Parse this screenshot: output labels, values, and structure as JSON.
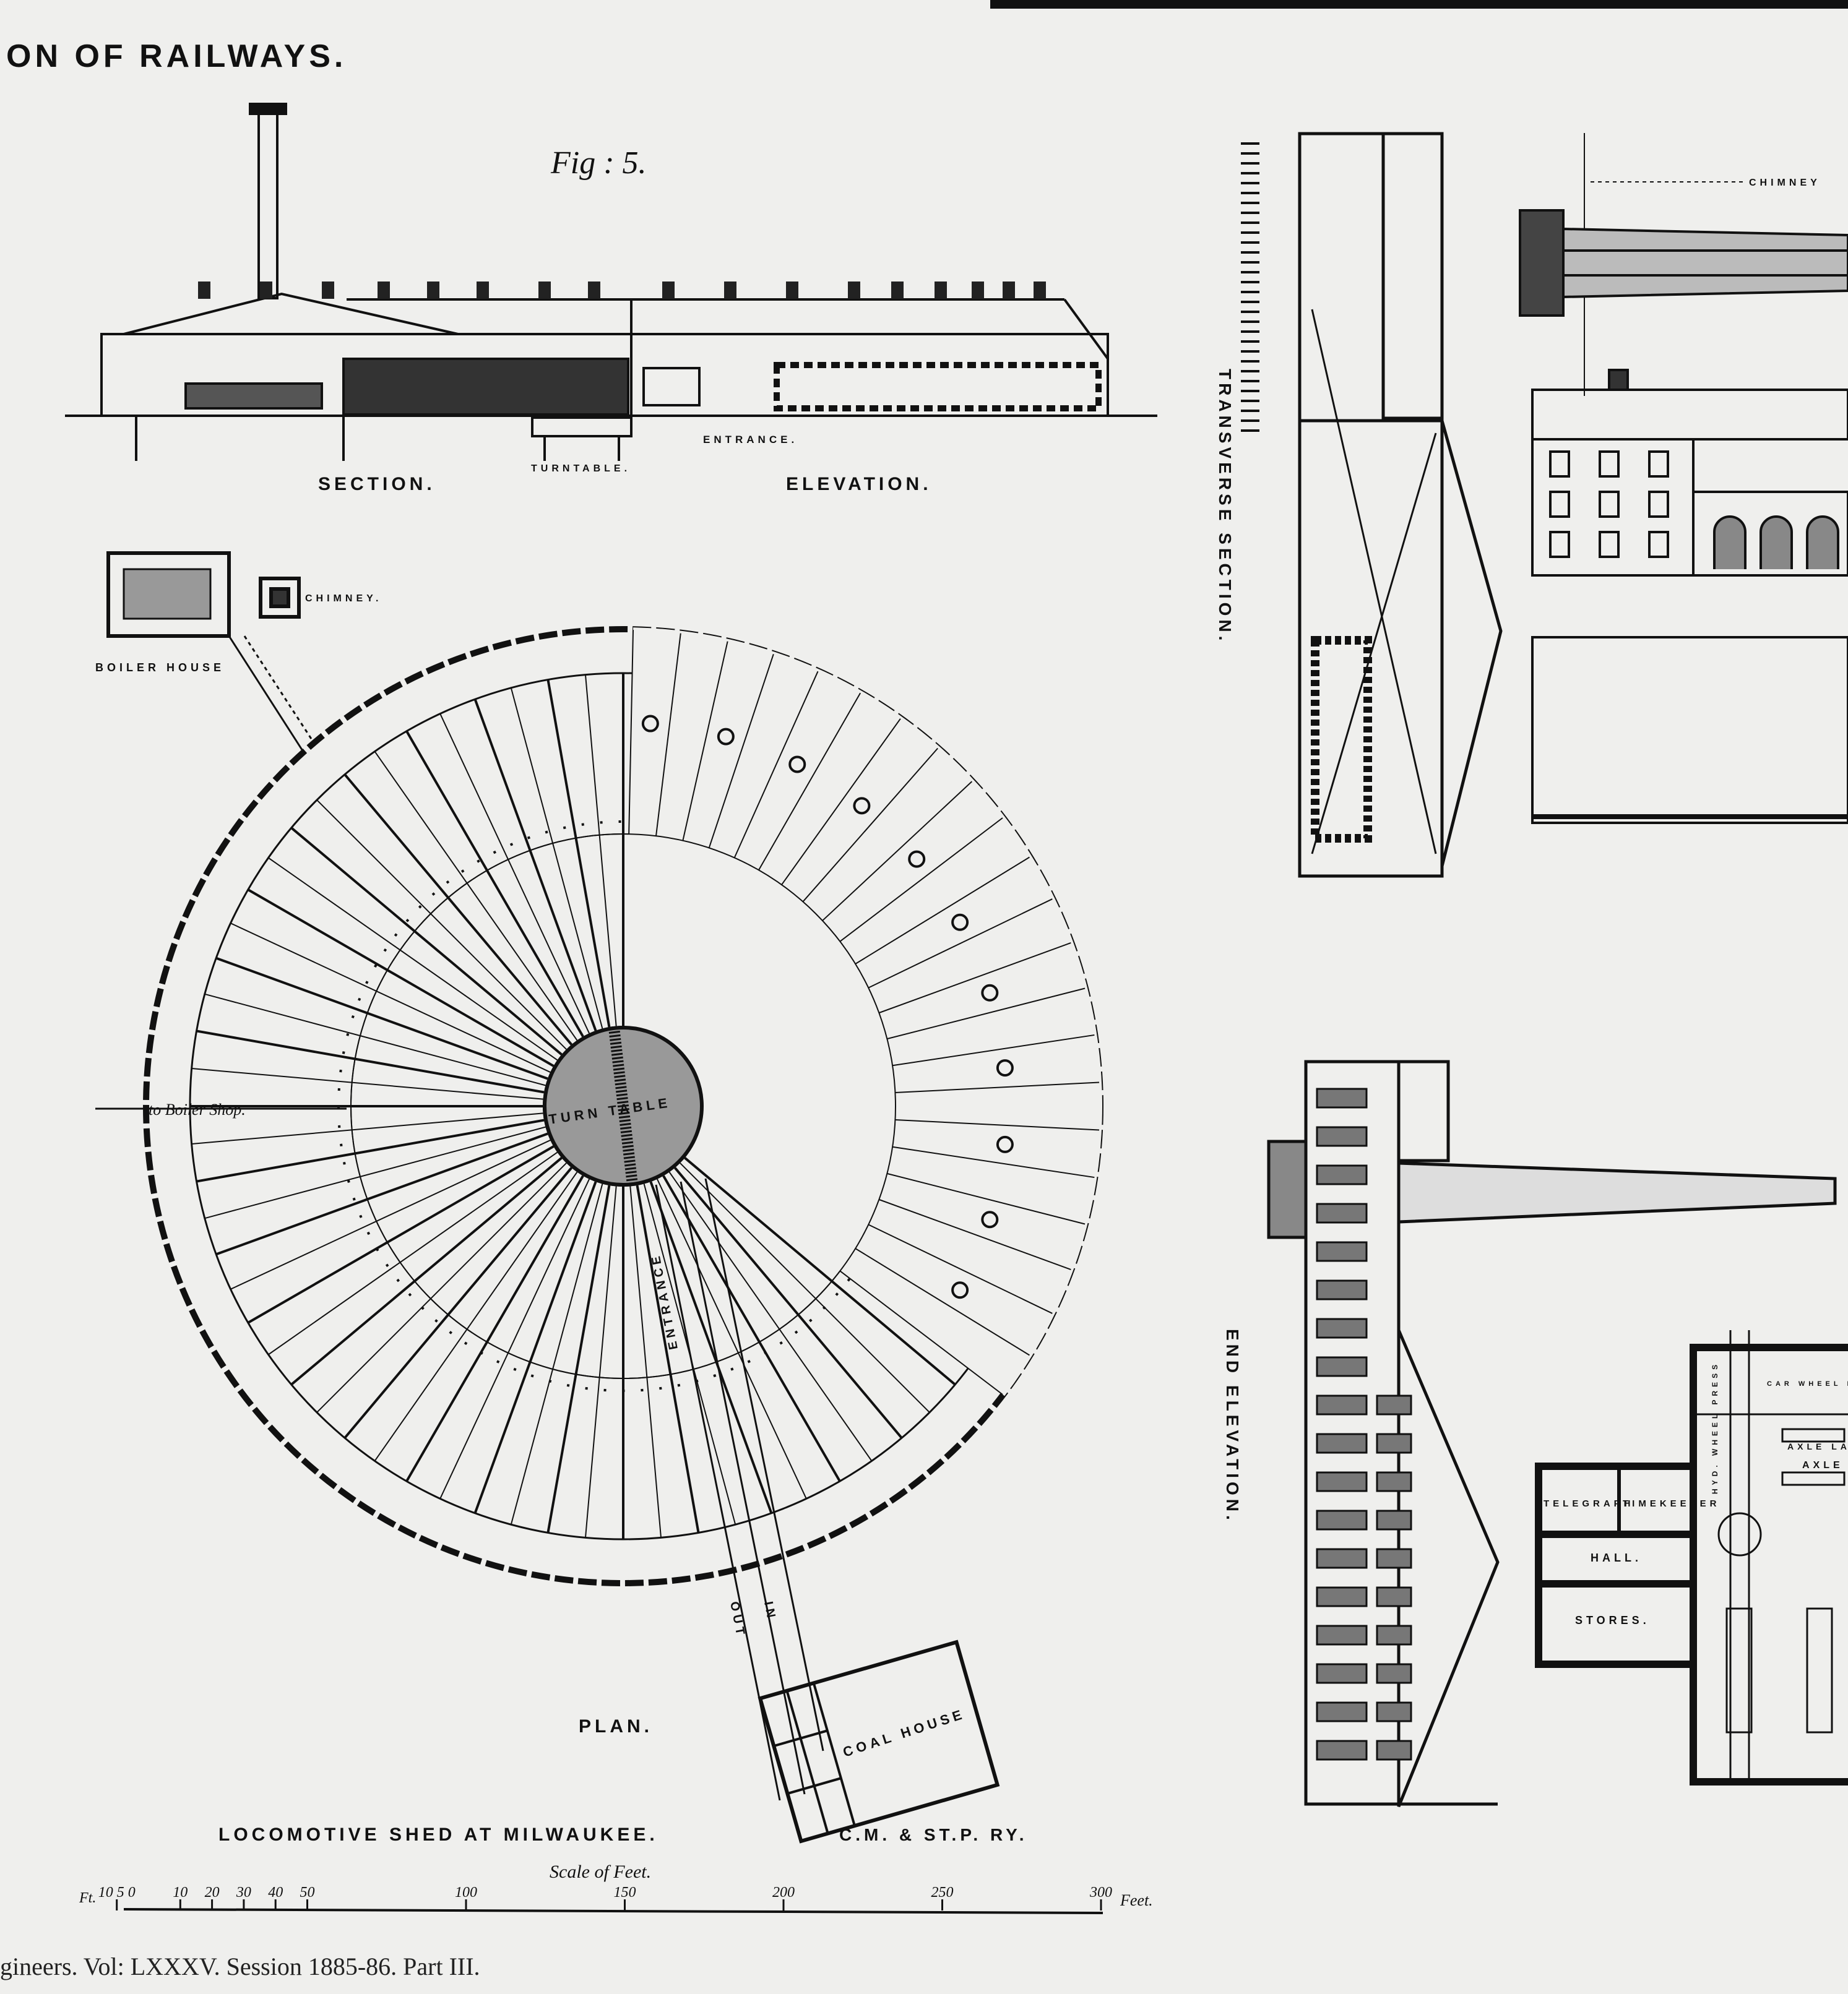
{
  "header": {
    "title": "ON OF RAILWAYS.",
    "figure": "Fig : 5."
  },
  "elevation": {
    "section": "SECTION.",
    "turntable": "TURNTABLE.",
    "entrance": "ENTRANCE.",
    "elevation": "ELEVATION."
  },
  "plan": {
    "boiler_house": "BOILER HOUSE",
    "chimney": "CHIMNEY.",
    "to_boiler_shop": "to Boiler Shop.",
    "turn_table": "TURN TABLE",
    "entrance": "ENTRANCE",
    "out": "OUT",
    "in": "IN",
    "coal_house": "COAL HOUSE",
    "plan_label": "PLAN.",
    "caption": "LOCOMOTIVE SHED AT MILWAUKEE.",
    "railway": "C.M. & ST.P. RY."
  },
  "scale": {
    "title": "Scale of Feet.",
    "unit_left": "Ft.",
    "unit_right": "Feet.",
    "ticks": [
      "10 5 0",
      "10",
      "20",
      "30",
      "40",
      "50",
      "100",
      "150",
      "200",
      "250",
      "300"
    ]
  },
  "right": {
    "transverse_section": "TRANSVERSE SECTION.",
    "chimney": "CHIMNEY",
    "end_elevation": "END ELEVATION.",
    "rooms": {
      "telegraph": "TELEGRAPH",
      "timekeeper": "TIMEKEEPER",
      "hall": "HALL.",
      "stores": "STORES.",
      "hyd_wheel_press": "HYD. WHEEL PRESS",
      "car_wheel_borers": "CAR WHEEL BORERS",
      "axle_lathe": "AXLE LATHE",
      "axle": "AXLE"
    }
  },
  "footer": "gineers. Vol: LXXXV. Session 1885-86. Part III."
}
